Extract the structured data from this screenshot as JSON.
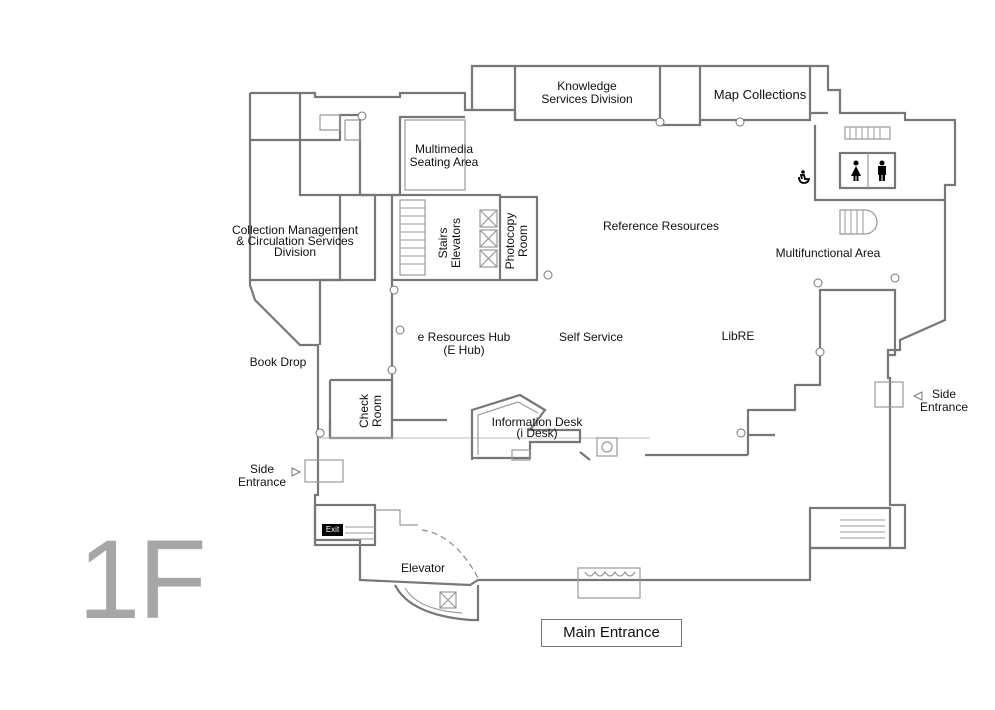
{
  "floor": {
    "number": "1F"
  },
  "rooms": {
    "knowledge_services": "Knowledge\nServices Division",
    "map_collections": "Map Collections",
    "multimedia_seating": "Multimedia\nSeating Area",
    "collection_management": "Collection Management\n& Circulation Services\nDivision",
    "stairs_elevators": "Stairs\nElevators",
    "photocopy_room": "Photocopy\nRoom",
    "reference_resources": "Reference Resources",
    "multifunctional_area": "Multifunctional Area",
    "e_resources_hub": "e Resources Hub\n(E Hub)",
    "self_service": "Self Service",
    "libre": "LibRE",
    "book_drop": "Book Drop",
    "check_room": "Check\nRoom",
    "information_desk": "Information Desk\n(i Desk)",
    "side_entrance_left": "Side\nEntrance",
    "side_entrance_right": "Side\nEntrance",
    "elevator": "Elevator",
    "main_entrance": "Main Entrance",
    "exit": "Exit"
  },
  "icons": {
    "female_restroom": "female-restroom-icon",
    "male_restroom": "male-restroom-icon",
    "accessible_restroom": "accessible-restroom-icon"
  },
  "colors": {
    "wall": "#777777",
    "floor_number": "#a6a6a6",
    "text": "#111111"
  }
}
